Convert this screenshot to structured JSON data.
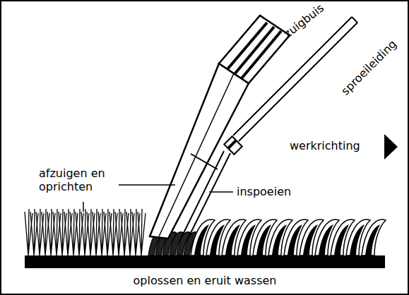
{
  "diagram": {
    "labels": [
      "zuigbuis",
      "sproeileiding",
      "werkrichting",
      "afzuigen en oprichten",
      "inspoeien",
      "oplossen en eruit wassen"
    ]
  }
}
